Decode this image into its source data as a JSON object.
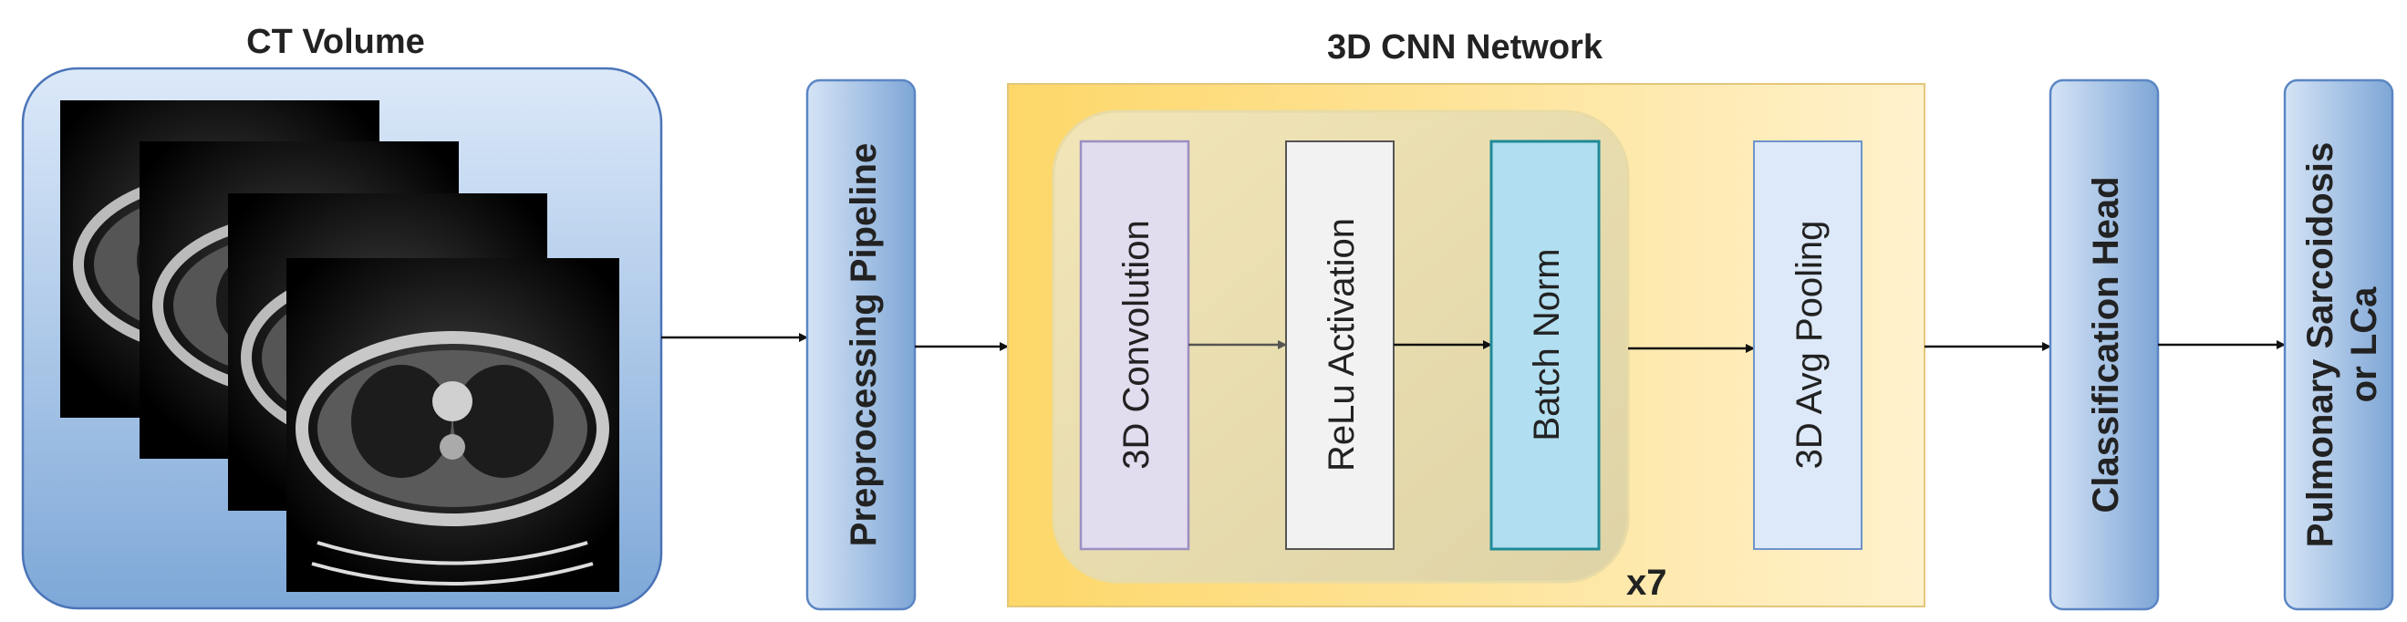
{
  "ct_volume": {
    "title": "CT Volume"
  },
  "preprocessing": {
    "label": "Preprocessing Pipeline"
  },
  "network": {
    "title": "3D CNN Network",
    "blocks": {
      "conv": "3D Convolution",
      "relu": "ReLu Activation",
      "bn": "Batch Norm"
    },
    "repeat": "x7",
    "pooling": "3D Avg Pooling"
  },
  "classification_head": {
    "label": "Classification Head"
  },
  "output": {
    "line1": "Pulmonary Sarcoidosis",
    "line2": "or LCa"
  },
  "colors": {
    "accent_blue": "#7ea8d8",
    "network_bg": "#ffe9a6",
    "batch_norm": "#b1def0",
    "conv": "#e2dcef"
  }
}
